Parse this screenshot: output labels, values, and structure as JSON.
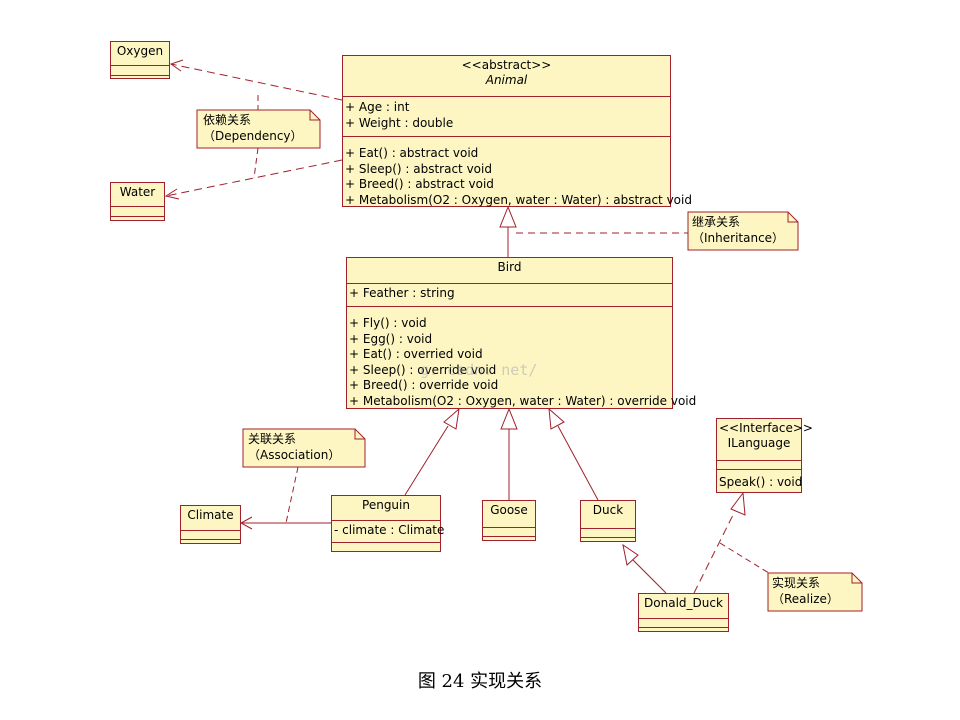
{
  "colors": {
    "class_fill": "#fdf6c3",
    "border": "#a0202c",
    "line": "#a0202c"
  },
  "classes": {
    "oxygen": {
      "name": "Oxygen"
    },
    "water": {
      "name": "Water"
    },
    "animal": {
      "stereotype": "<<abstract>>",
      "name": "Animal",
      "attributes": [
        "+ Age : int",
        "+ Weight : double"
      ],
      "operations": [
        "+ Eat() : abstract void",
        "+ Sleep() : abstract void",
        "+ Breed() : abstract void",
        "+ Metabolism(O2 : Oxygen, water : Water) : abstract void"
      ]
    },
    "bird": {
      "name": "Bird",
      "attributes": [
        "+ Feather : string"
      ],
      "operations": [
        "+ Fly() : void",
        "+ Egg() : void",
        "+ Eat() : overried void",
        "+ Sleep() : override void",
        "+ Breed() : override void",
        "+ Metabolism(O2 : Oxygen, water : Water) : override void"
      ]
    },
    "climate": {
      "name": "Climate"
    },
    "penguin": {
      "name": "Penguin",
      "attributes": [
        "- climate : Climate"
      ]
    },
    "goose": {
      "name": "Goose"
    },
    "duck": {
      "name": "Duck"
    },
    "donald_duck": {
      "name": "Donald_Duck"
    },
    "ilanguage": {
      "stereotype": "<<Interface>>",
      "name": "ILanguage",
      "operations": [
        "Speak() : void"
      ]
    }
  },
  "notes": {
    "dependency": {
      "line1": "依赖关系",
      "line2": "（Dependency）"
    },
    "inheritance": {
      "line1": "继承关系",
      "line2": "（Inheritance）"
    },
    "association": {
      "line1": "关联关系",
      "line2": "（Association）"
    },
    "realize": {
      "line1": "实现关系",
      "line2": "（Realize）"
    }
  },
  "watermark": "g. csdn. net/",
  "caption": "图 24  实现关系"
}
